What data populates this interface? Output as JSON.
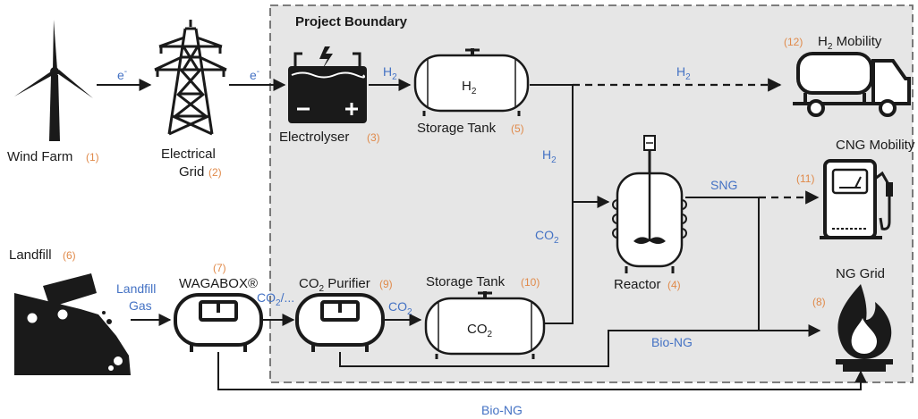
{
  "boundary": {
    "title": "Project Boundary"
  },
  "nodes": {
    "wind_farm": {
      "label": "Wind Farm",
      "num": "(1)"
    },
    "grid_label1": "Electrical",
    "grid_label2": "Grid",
    "grid_num": "(2)",
    "electrolyser": {
      "label": "Electrolyser",
      "num": "(3)"
    },
    "reactor": {
      "label": "Reactor",
      "num": "(4)"
    },
    "storage_h2": {
      "label": "Storage Tank",
      "num": "(5)",
      "inner": "H",
      "inner_sub": "2"
    },
    "landfill": {
      "label": "Landfill",
      "num": "(6)"
    },
    "wagabox": {
      "label": "WAGABOX®",
      "num": "(7)"
    },
    "ng_grid": {
      "label": "NG Grid",
      "num": "(8)"
    },
    "purifier": {
      "label": "CO",
      "sub": "2",
      "label_rest": " Purifier",
      "num": "(9)"
    },
    "storage_co2": {
      "label": "Storage Tank",
      "num": "(10)",
      "inner": "CO",
      "inner_sub": "2"
    },
    "cng": {
      "label": "CNG Mobility",
      "num": "(11)"
    },
    "h2_mob": {
      "label": "H",
      "sub": "2",
      "label_rest": " Mobility",
      "num": "(12)"
    }
  },
  "flows": {
    "e1": "e",
    "e1_sup": "-",
    "e2": "e",
    "e2_sup": "-",
    "h2_a": "H",
    "h2_a_sub": "2",
    "h2_b": "H",
    "h2_b_sub": "2",
    "h2_c": "H",
    "h2_c_sub": "2",
    "co2_a": "CO",
    "co2_a_sub": "2",
    "co2_b": "CO",
    "co2_b_sub": "2",
    "co2_c": "CO",
    "co2_c_sub": "2",
    "co2_c_rest": "/...",
    "sng": "SNG",
    "landfill_gas1": "Landfill",
    "landfill_gas2": "Gas",
    "bio_ng1": "Bio-NG",
    "bio_ng2": "Bio-NG"
  },
  "colors": {
    "flow_text": "#4472c4",
    "num_text": "#e08a4a",
    "boundary_fill": "#e6e6e6",
    "boundary_stroke": "#6d6d6d"
  }
}
